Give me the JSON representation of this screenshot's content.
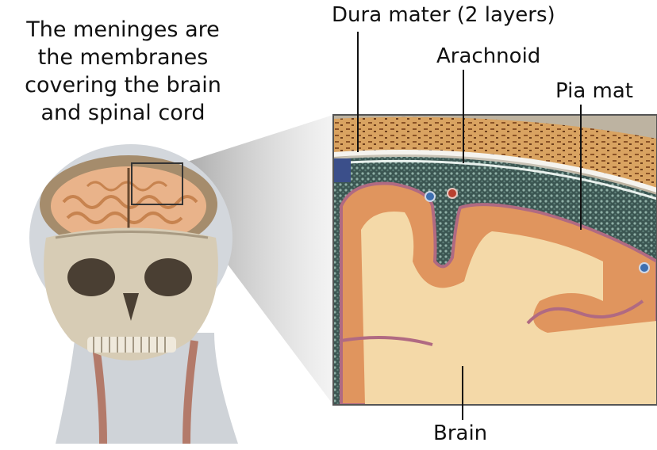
{
  "intro": {
    "lines": [
      "The meninges are",
      "the membranes",
      "covering the brain",
      "and spinal cord"
    ]
  },
  "labels": {
    "dura": "Dura mater (2 layers)",
    "arachnoid": "Arachnoid",
    "pia": "Pia mat",
    "brain": "Brain"
  },
  "colors": {
    "bone": "#cdbfa6",
    "cortex": "#e0955e",
    "white_matter": "#f4d9a8",
    "dura": "#c98a45",
    "subarachnoid": "#3c5552",
    "pia": "#b06a82"
  }
}
